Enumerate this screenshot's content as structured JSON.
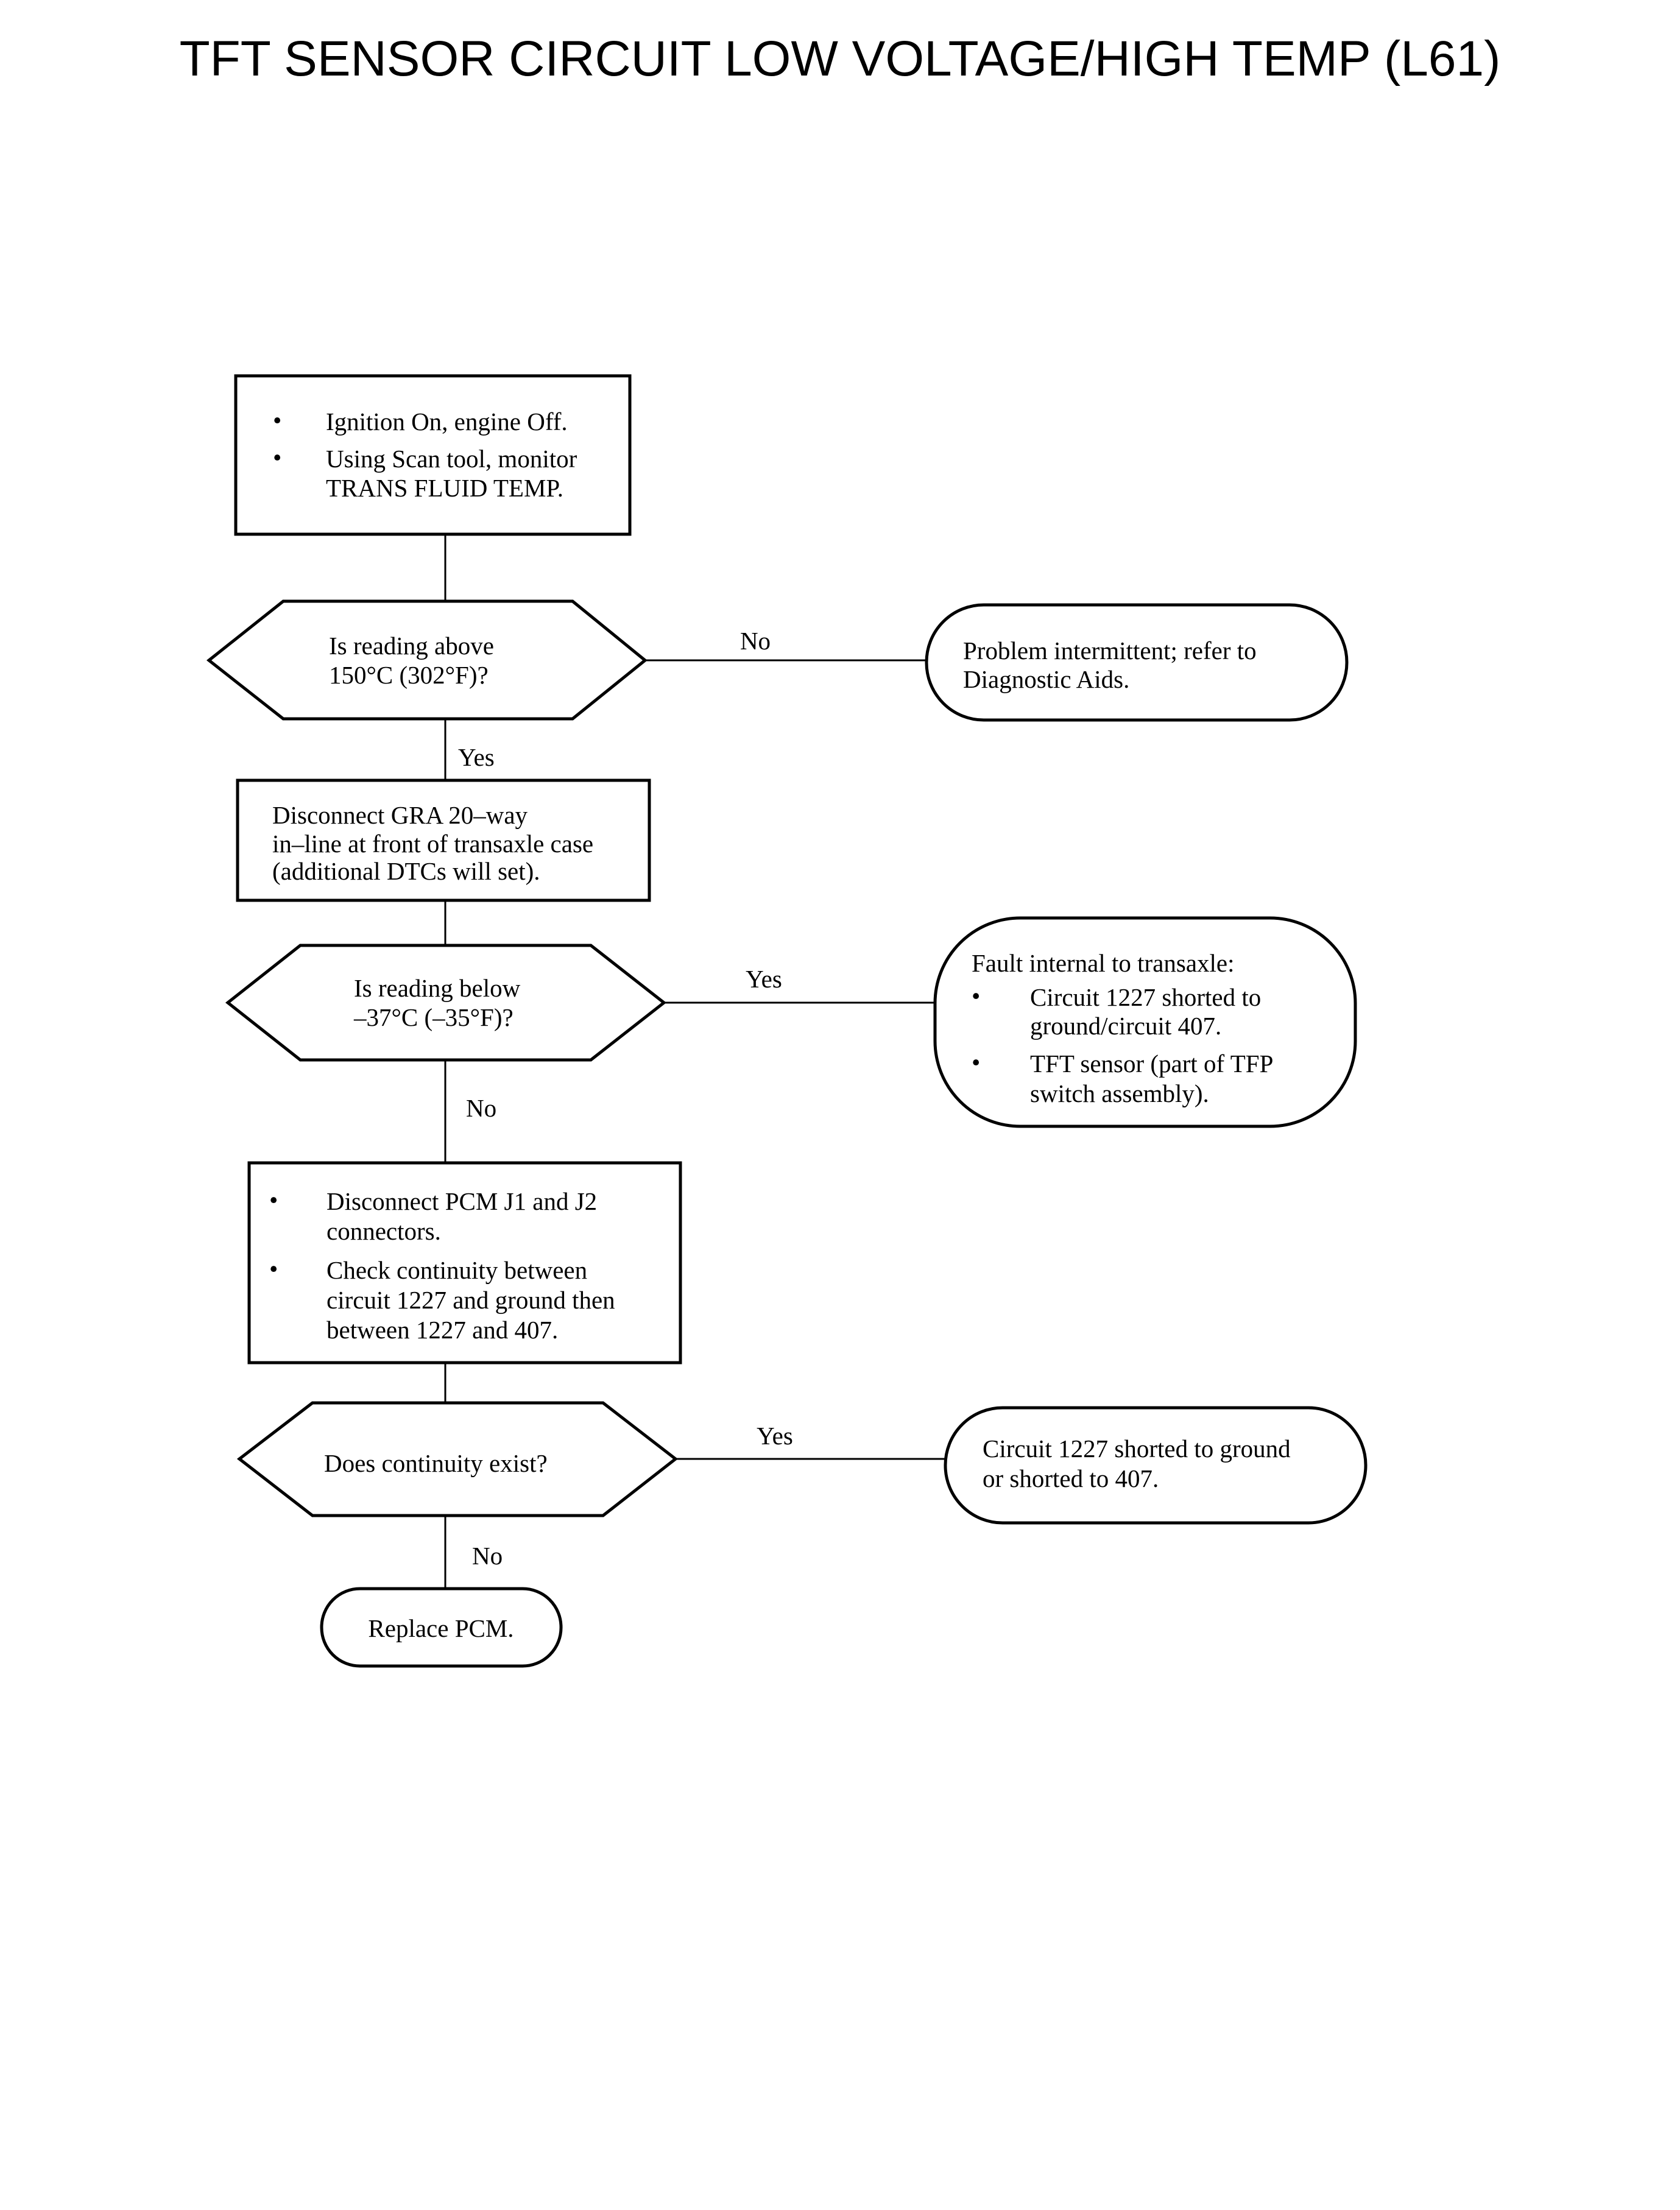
{
  "title": "TFT SENSOR CIRCUIT LOW VOLTAGE/HIGH TEMP (L61)",
  "colors": {
    "stroke": "#000000",
    "background": "#ffffff"
  },
  "bullet_symbol": "•",
  "nodes": {
    "step1": {
      "bullets": [
        [
          "Ignition On, engine Off."
        ],
        [
          "Using Scan tool, monitor",
          "TRANS FLUID TEMP."
        ]
      ]
    },
    "decision1": {
      "lines": [
        "Is reading above",
        "150°C (302°F)?"
      ]
    },
    "result_intermittent": {
      "lines": [
        "Problem intermittent; refer to",
        "Diagnostic Aids."
      ]
    },
    "step2": {
      "lines": [
        "Disconnect GRA 20–way",
        "in–line at front of transaxle case",
        "(additional DTCs will set)."
      ]
    },
    "decision2": {
      "lines": [
        "Is reading below",
        "–37°C (–35°F)?"
      ]
    },
    "result_internal": {
      "heading": "Fault internal to transaxle:",
      "bullets": [
        [
          "Circuit 1227 shorted to",
          "ground/circuit 407."
        ],
        [
          "TFT sensor (part of TFP",
          "switch assembly)."
        ]
      ]
    },
    "step3": {
      "bullets": [
        [
          "Disconnect PCM J1 and J2",
          "connectors."
        ],
        [
          "Check continuity between",
          "circuit 1227 and ground then",
          "between 1227 and 407."
        ]
      ]
    },
    "decision3": {
      "lines": [
        "Does continuity exist?"
      ]
    },
    "result_shorted": {
      "lines": [
        "Circuit 1227 shorted to ground",
        "or shorted to 407."
      ]
    },
    "result_replace": {
      "lines": [
        "Replace PCM."
      ]
    }
  },
  "edge_labels": {
    "d1_no": "No",
    "d1_yes": "Yes",
    "d2_yes": "Yes",
    "d2_no": "No",
    "d3_yes": "Yes",
    "d3_no": "No"
  }
}
